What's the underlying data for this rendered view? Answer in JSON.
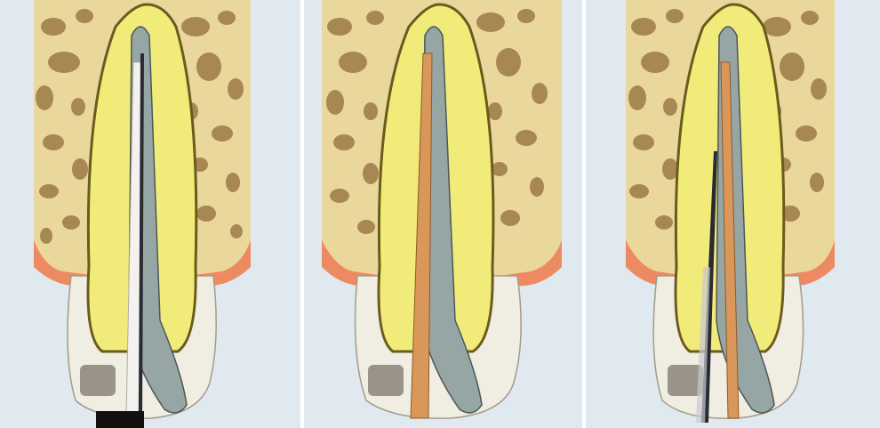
{
  "colors": {
    "background": "#dfe9ef",
    "bone": "#ead79c",
    "bone_pore": "#9c7a47",
    "bone_edge": "#b98b52",
    "gum": "#ee8a62",
    "gum_light": "#f6c0a2",
    "crown": "#f0ede3",
    "dentin": "#f1ec7a",
    "dentin_outline": "#6b5b1d",
    "canal": "#96a6a5",
    "gutta_percha": "#d9975a",
    "spreader": "#2a2a33",
    "handle": "#111111",
    "post_hole": "#9a9488"
  },
  "panels": [
    {
      "id": "panel-1",
      "instrument": "spreader-in-canal",
      "gutta": "silver-cone"
    },
    {
      "id": "panel-2",
      "instrument": "none",
      "gutta": "master-cone"
    },
    {
      "id": "panel-3",
      "instrument": "spreader-alongside-cone",
      "gutta": "master-cone"
    }
  ]
}
